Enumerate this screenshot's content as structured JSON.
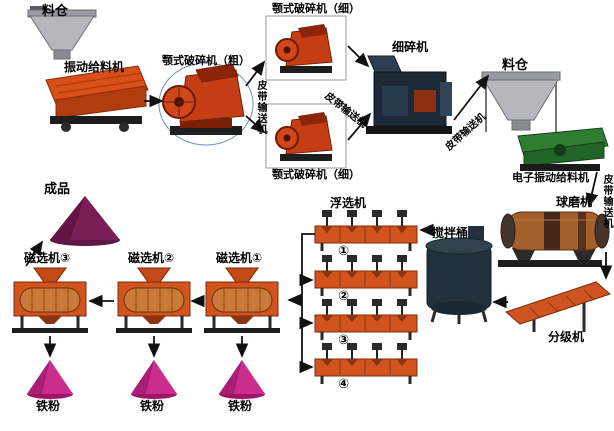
{
  "diagram": {
    "labels": {
      "silo1": "料仓",
      "vibrating_feeder": "振动给料机",
      "jaw_crusher_coarse": "颚式破碎机（粗）",
      "jaw_crusher_fine_top": "颚式破碎机（细）",
      "jaw_crusher_fine_bottom": "颚式破碎机（细）",
      "belt_conveyor_1": "皮带输送机",
      "belt_conveyor_2": "皮带输送机",
      "belt_conveyor_3": "皮带输送机",
      "belt_conveyor_4": "皮带输送机",
      "fine_crusher": "细碎机",
      "silo2": "料仓",
      "electronic_vibrating_feeder": "电子振动给料机",
      "ball_mill": "球磨机",
      "classifier": "分级机",
      "mixing_barrel": "搅拌桶",
      "flotation_machine": "浮选机",
      "flotation_cell_1": "①",
      "flotation_cell_2": "②",
      "flotation_cell_3": "③",
      "flotation_cell_4": "④",
      "magnetic_separator_1": "磁选机①",
      "magnetic_separator_2": "磁选机②",
      "magnetic_separator_3": "磁选机③",
      "finished_product": "成品",
      "iron_powder_1": "铁粉",
      "iron_powder_2": "铁粉",
      "iron_powder_3": "铁粉"
    },
    "colors": {
      "machine_orange": "#d1541e",
      "crusher_red": "#c43d14",
      "dark_navy": "#1c2a38",
      "hopper_gray": "#b6b6bc",
      "feeder_green": "#2f7d33",
      "ball_mill_brown": "#a55f2a",
      "product_purple": "#7a1e57",
      "iron_powder_magenta": "#cb2e8d",
      "arrow_black": "#111111"
    }
  }
}
